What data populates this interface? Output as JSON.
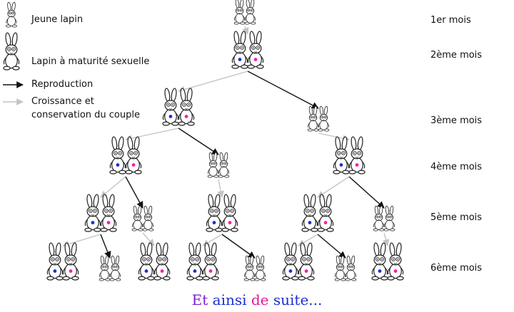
{
  "legend": {
    "young": "Jeune lapin",
    "mature": "Lapin à maturité sexuelle",
    "reproduction": "Reproduction",
    "growth_line1": "Croissance et",
    "growth_line2": "conservation du couple"
  },
  "months": [
    "1er mois",
    "2ème mois",
    "3ème mois",
    "4ème mois",
    "5ème mois",
    "6ème mois"
  ],
  "footer": {
    "parts": [
      {
        "text": "Et ",
        "color": "#7a1fd6"
      },
      {
        "text": "ainsi ",
        "color": "#1b2fd6"
      },
      {
        "text": "de ",
        "color": "#e0189a"
      },
      {
        "text": "suite...",
        "color": "#1b2fd6"
      }
    ]
  },
  "colors": {
    "reproduction_arrow": "#111111",
    "growth_arrow": "#c4c4c4",
    "blue_dot": "#1a2fd0",
    "pink_dot": "#ff1aaa",
    "outline": "#222222"
  },
  "tree": {
    "couples": [
      {
        "id": "m1",
        "month": 1,
        "type": "young"
      },
      {
        "id": "m2",
        "month": 2,
        "type": "mature"
      },
      {
        "id": "m3a",
        "month": 3,
        "type": "mature"
      },
      {
        "id": "m3b",
        "month": 3,
        "type": "young"
      },
      {
        "id": "m4a",
        "month": 4,
        "type": "mature"
      },
      {
        "id": "m4b",
        "month": 4,
        "type": "young"
      },
      {
        "id": "m4c",
        "month": 4,
        "type": "mature"
      },
      {
        "id": "m5a",
        "month": 5,
        "type": "mature"
      },
      {
        "id": "m5b",
        "month": 5,
        "type": "young"
      },
      {
        "id": "m5c",
        "month": 5,
        "type": "mature"
      },
      {
        "id": "m5d",
        "month": 5,
        "type": "mature"
      },
      {
        "id": "m5e",
        "month": 5,
        "type": "young"
      },
      {
        "id": "m6a",
        "month": 6,
        "type": "mature"
      },
      {
        "id": "m6b",
        "month": 6,
        "type": "young"
      },
      {
        "id": "m6c",
        "month": 6,
        "type": "mature"
      },
      {
        "id": "m6d",
        "month": 6,
        "type": "mature"
      },
      {
        "id": "m6e",
        "month": 6,
        "type": "young"
      },
      {
        "id": "m6f",
        "month": 6,
        "type": "mature"
      },
      {
        "id": "m6g",
        "month": 6,
        "type": "young"
      },
      {
        "id": "m6h",
        "month": 6,
        "type": "mature"
      }
    ],
    "links": [
      {
        "from": "m1",
        "to": "m2",
        "kind": "growth"
      },
      {
        "from": "m2",
        "to": "m3a",
        "kind": "growth"
      },
      {
        "from": "m2",
        "to": "m3b",
        "kind": "reproduction"
      },
      {
        "from": "m3a",
        "to": "m4a",
        "kind": "growth"
      },
      {
        "from": "m3a",
        "to": "m4b",
        "kind": "reproduction"
      },
      {
        "from": "m3b",
        "to": "m4c",
        "kind": "growth"
      },
      {
        "from": "m4a",
        "to": "m5a",
        "kind": "growth"
      },
      {
        "from": "m4a",
        "to": "m5b",
        "kind": "reproduction"
      },
      {
        "from": "m4b",
        "to": "m5c",
        "kind": "growth"
      },
      {
        "from": "m4c",
        "to": "m5d",
        "kind": "growth"
      },
      {
        "from": "m4c",
        "to": "m5e",
        "kind": "reproduction"
      },
      {
        "from": "m5a",
        "to": "m6a",
        "kind": "growth"
      },
      {
        "from": "m5a",
        "to": "m6b",
        "kind": "reproduction"
      },
      {
        "from": "m5b",
        "to": "m6c",
        "kind": "growth"
      },
      {
        "from": "m5c",
        "to": "m6d",
        "kind": "growth"
      },
      {
        "from": "m5d",
        "to": "m6f",
        "kind": "growth"
      },
      {
        "from": "m5d",
        "to": "m6g",
        "kind": "reproduction"
      },
      {
        "from": "m5e",
        "to": "m6h",
        "kind": "growth"
      },
      {
        "from": "m5c",
        "to": "m6e",
        "kind": "reproduction"
      }
    ]
  }
}
